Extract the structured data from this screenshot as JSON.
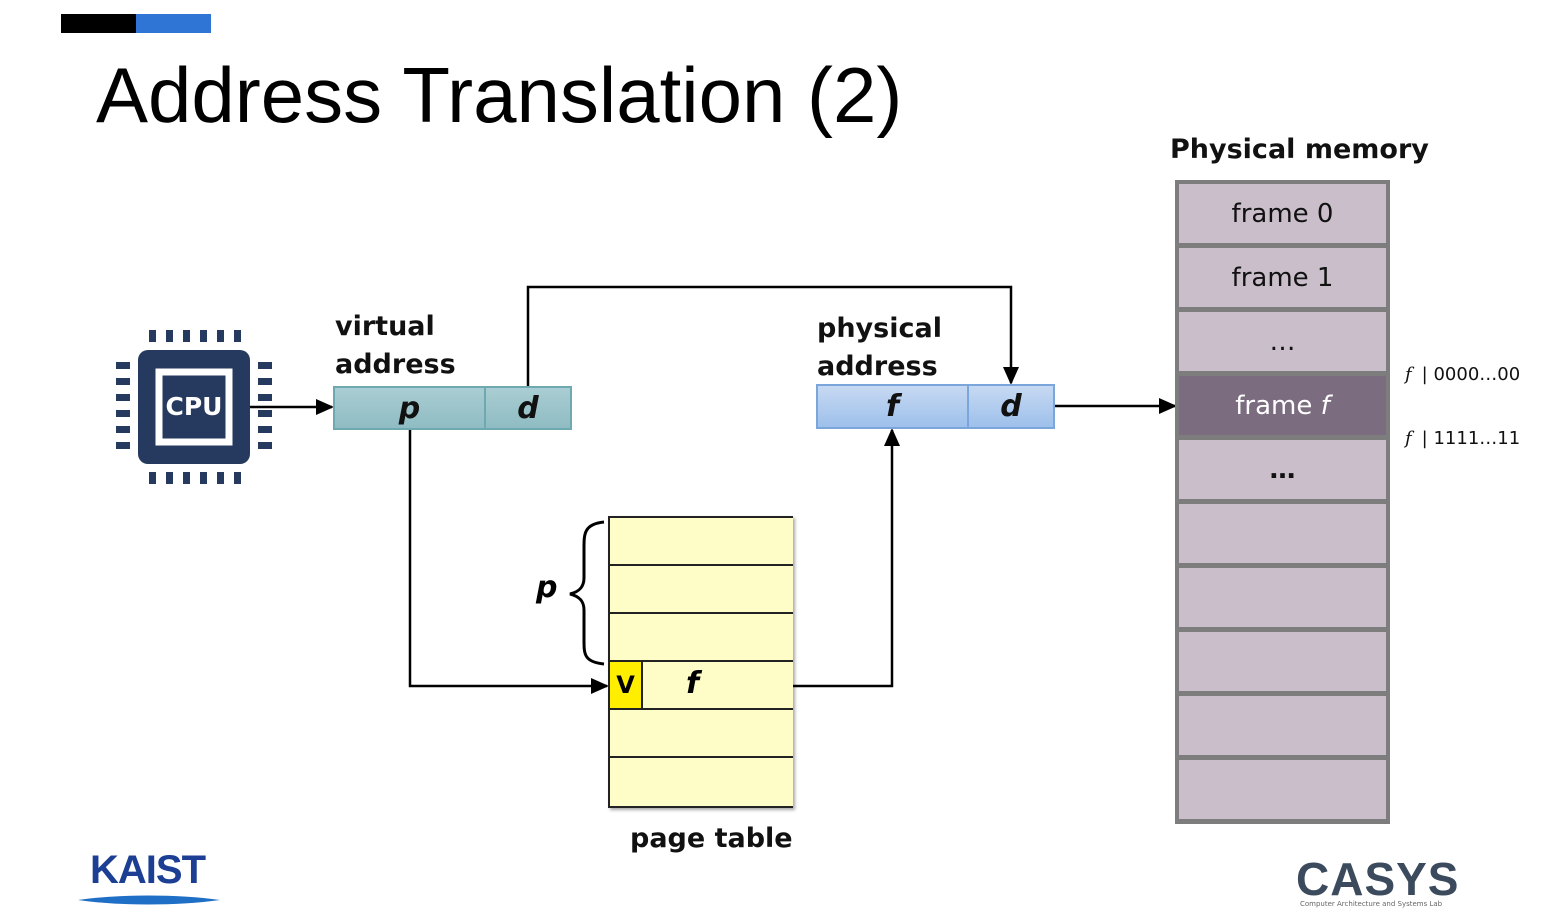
{
  "title": "Address Translation (2)",
  "cpu_label": "CPU",
  "virtual_address": {
    "label_line1": "virtual",
    "label_line2": "address",
    "fields": [
      "p",
      "d"
    ]
  },
  "physical_address": {
    "label_line1": "physical",
    "label_line2": "address",
    "fields": [
      "f",
      "d"
    ]
  },
  "page_table": {
    "label": "page table",
    "brace_label": "p",
    "valid_bit": "V",
    "frame_entry": "f"
  },
  "physical_memory": {
    "label": "Physical memory",
    "slots": [
      "frame 0",
      "frame 1",
      "…",
      "frame f",
      "…",
      "",
      "",
      "",
      "",
      ""
    ],
    "highlight_index": 3,
    "start_address": {
      "f": "f",
      "bits": "| 0000…00"
    },
    "end_address": {
      "f": "f",
      "bits": "| 1111…11"
    }
  },
  "logos": {
    "left": "KAIST",
    "right": "CASYS",
    "right_sub": "Computer Architecture and Systems Lab"
  },
  "colors": {
    "accent_blue": "#2e75d6",
    "virtual_fill": "#9fc7cd",
    "physical_fill": "#b3cdef",
    "page_table_fill": "#fefdc8",
    "valid_fill": "#ffee00",
    "memory_fill": "#c9bec9",
    "memory_highlight": "#7b6c80",
    "cpu_navy": "#26395e"
  }
}
